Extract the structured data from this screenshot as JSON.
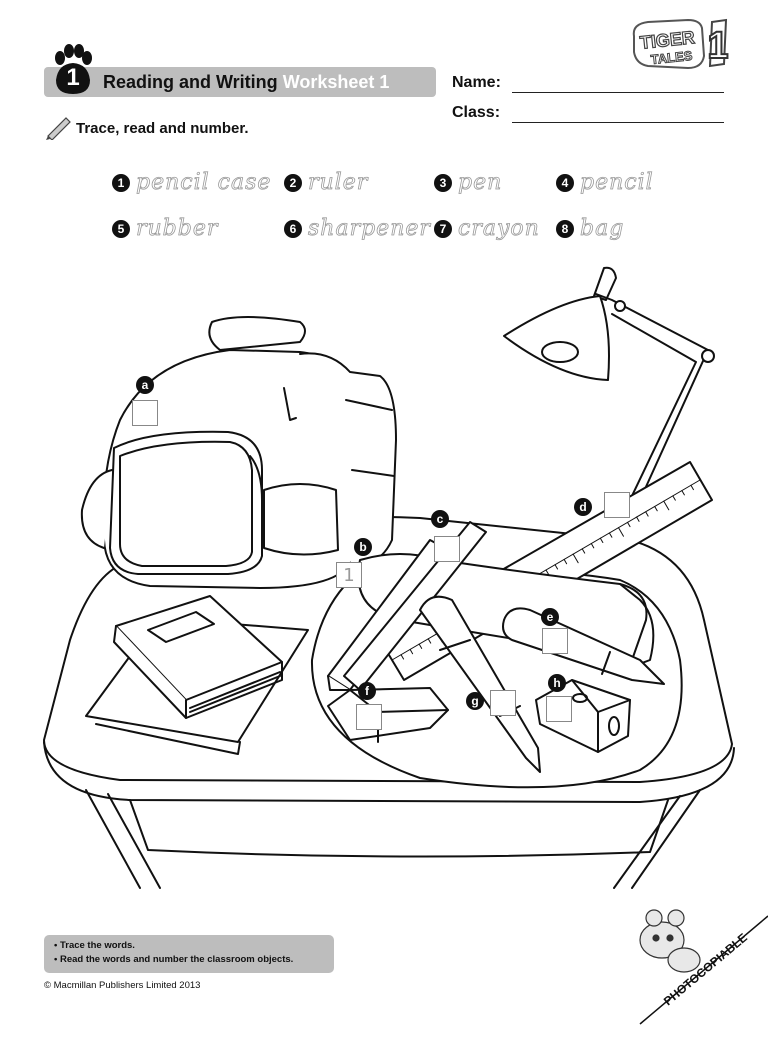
{
  "header": {
    "unit_number": "1",
    "title_main": "Reading and Writing",
    "title_sub": "Worksheet 1",
    "name_label": "Name:",
    "class_label": "Class:",
    "logo_text": "TIGER TALES",
    "logo_number": "1"
  },
  "instruction": "Trace, read and number.",
  "word_bank": [
    {
      "num": "1",
      "word": "pencil case"
    },
    {
      "num": "2",
      "word": "ruler"
    },
    {
      "num": "3",
      "word": "pen"
    },
    {
      "num": "4",
      "word": "pencil"
    },
    {
      "num": "5",
      "word": "rubber"
    },
    {
      "num": "6",
      "word": "sharpener"
    },
    {
      "num": "7",
      "word": "crayon"
    },
    {
      "num": "8",
      "word": "bag"
    }
  ],
  "labels": [
    {
      "letter": "a",
      "answer": ""
    },
    {
      "letter": "b",
      "answer": "1"
    },
    {
      "letter": "c",
      "answer": ""
    },
    {
      "letter": "d",
      "answer": ""
    },
    {
      "letter": "e",
      "answer": ""
    },
    {
      "letter": "f",
      "answer": ""
    },
    {
      "letter": "g",
      "answer": ""
    },
    {
      "letter": "h",
      "answer": ""
    }
  ],
  "notes": [
    "• Trace the words.",
    "• Read the words and number the classroom objects."
  ],
  "copyright": "© Macmillan Publishers Limited 2013",
  "photocopiable": "PHOTOCOPIABLE"
}
